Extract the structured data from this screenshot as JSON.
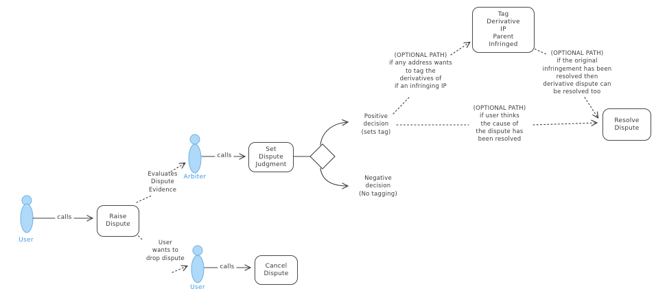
{
  "diagram": {
    "actors": [
      {
        "name": "user-left",
        "label": "User"
      },
      {
        "name": "arbiter",
        "label": "Arbiter"
      },
      {
        "name": "user-bottom",
        "label": "User"
      }
    ],
    "nodes": [
      {
        "name": "raise-dispute",
        "label": "Raise\nDispute"
      },
      {
        "name": "set-dispute-judgment",
        "label": "Set\nDispute\nJudgment"
      },
      {
        "name": "cancel-dispute",
        "label": "Cancel\nDispute"
      },
      {
        "name": "tag-derivative-ip-parent-infringed",
        "label": "Tag\nDerivative\nIP\nParent\nInfringed"
      },
      {
        "name": "resolve-dispute",
        "label": "Resolve\nDispute"
      }
    ],
    "edge_labels": {
      "calls_user_raise": "calls",
      "calls_arbiter_judgment": "calls",
      "calls_user_cancel": "calls"
    },
    "annotations": {
      "evaluates": "Evaluates\nDispute\nEvidence",
      "user_wants_drop": "User\nwants to\ndrop dispute",
      "positive_decision": "Positive\ndecision\n(sets tag)",
      "negative_decision": "Negative\ndecision\n(No tagging)",
      "optional_tag_derivatives": "(OPTIONAL PATH)\nif any address wants\nto tag the\nderivatives of\nif an infringing IP",
      "optional_user_thinks": "(OPTIONAL PATH)\nif user thinks\nthe cause of\nthe dispute has\nbeen resolved",
      "optional_original_resolved": "(OPTIONAL PATH)\nif the original\ninfringement has been\nresolved then\nderivative dispute can\nbe resolved too"
    },
    "colors": {
      "line": "#3d3d3d",
      "text": "#3b3b3b",
      "actor_fill": "#aed9f9",
      "actor_stroke": "#6fb0e0",
      "actor_label": "#3d9ae8"
    }
  }
}
